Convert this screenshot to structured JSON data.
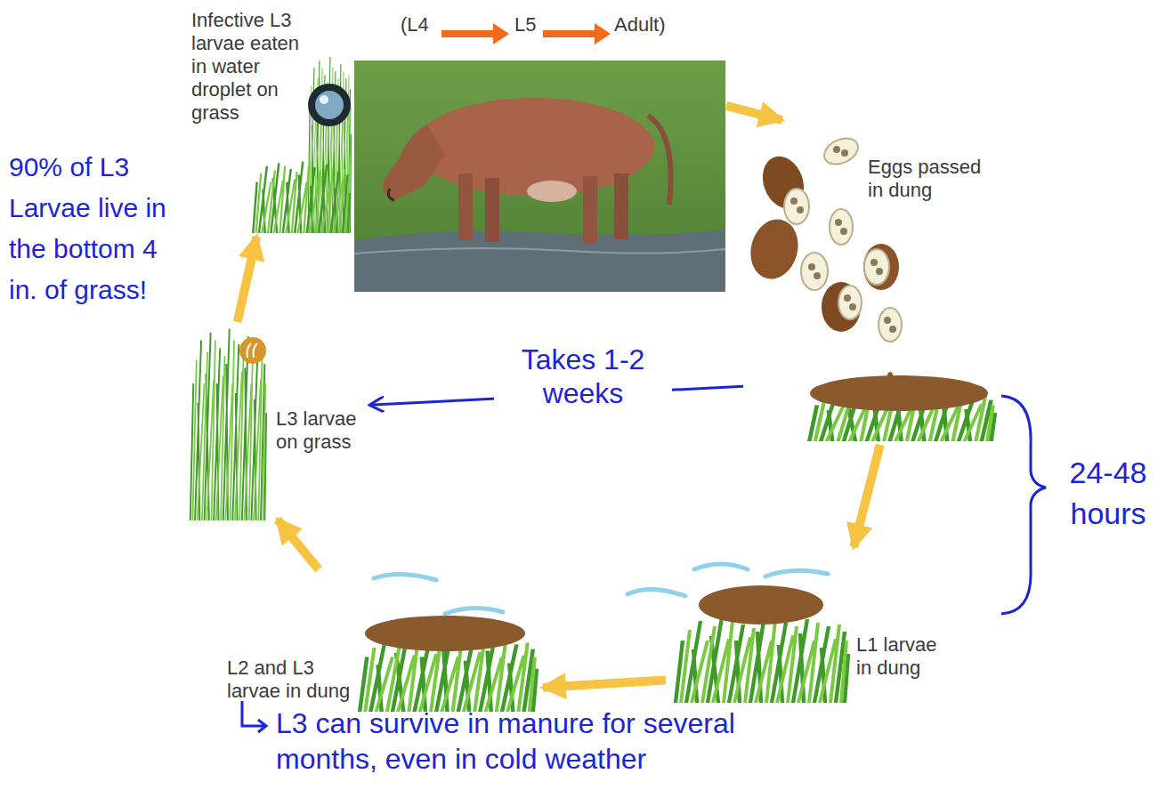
{
  "diagram": {
    "nodes": [
      {
        "text": [
          "Infective L3 larvae eaten in water droplet on grass"
        ]
      },
      {
        "text": [
          "(L4",
          "L5",
          "Adult)"
        ]
      },
      {
        "text": [
          "Eggs passed in dung"
        ]
      },
      {
        "text": [
          "L1 larvae in dung"
        ]
      },
      {
        "text": [
          "L2 and L3 larvae in dung"
        ]
      },
      {
        "text": [
          "L3 larvae on grass"
        ]
      }
    ],
    "edges": [
      {
        "from": 1,
        "to": 2,
        "arrow": "to"
      },
      {
        "from": 2,
        "to": 3,
        "arrow": "to"
      },
      {
        "from": 3,
        "to": 4,
        "arrow": "to"
      },
      {
        "from": 4,
        "to": 5,
        "arrow": "to"
      },
      {
        "from": 5,
        "to": 0,
        "arrow": "to"
      },
      {
        "from": 2,
        "to": 5,
        "label": "Takes 1-2 weeks",
        "arrow": "to"
      }
    ],
    "labels": [
      "90% of L3 Larvae live in the bottom 4 in. of grass!",
      "24-48 hours",
      "L3 can survive in manure for several months, even in cold weather"
    ]
  }
}
